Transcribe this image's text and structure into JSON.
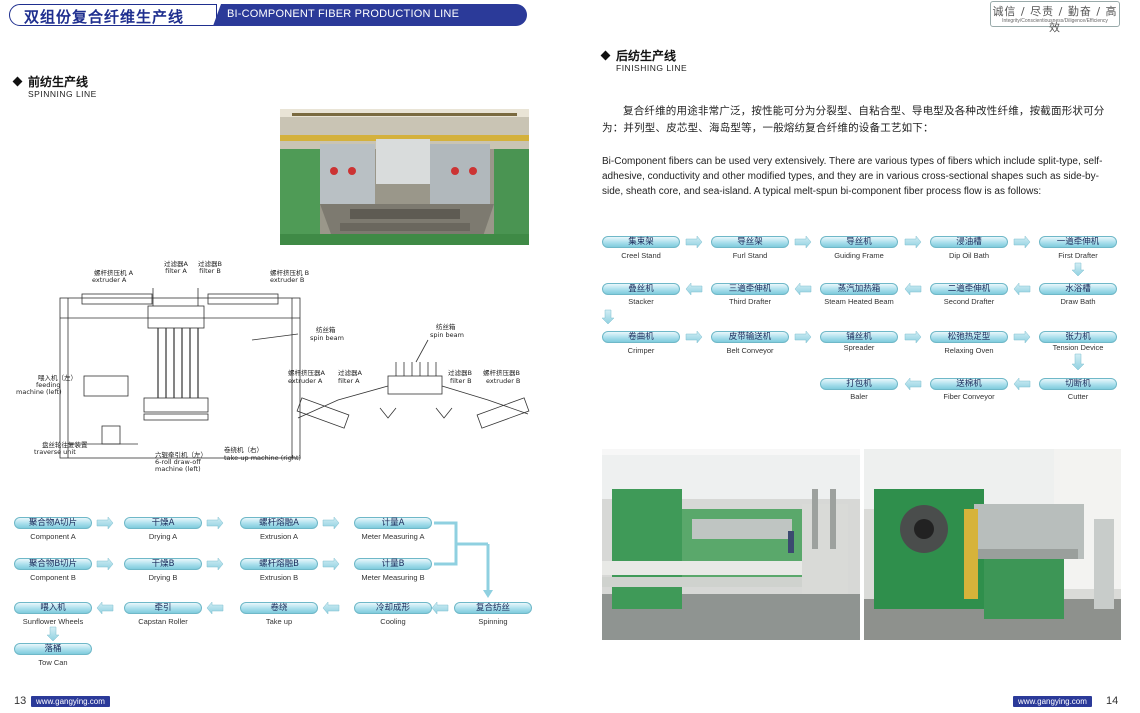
{
  "header": {
    "title_cn": "双组份复合纤维生产线",
    "title_en": "BI-COMPONENT FIBER PRODUCTION LINE",
    "motto_cn": "诚信 / 尽责 / 勤奋 / 高效",
    "motto_en": "Integrity/Conscientiousness/Diligence/Efficiency"
  },
  "spinning": {
    "title_cn": "前纺生产线",
    "title_en": "SPINNING  LINE"
  },
  "finishing": {
    "title_cn": "后纺生产线",
    "title_en": "FINISHING  LINE",
    "para_cn": "复合纤维的用途非常广泛，按性能可分为分裂型、自粘合型、导电型及各种改性纤维，按截面形状可分为：并列型、皮芯型、海岛型等，一般熔纺复合纤维的设备工艺如下：",
    "para_en": "Bi-Component fibers can be used very extensively. There are various types of fibers which include split-type, self-adhesive, conductivity and other modified types, and they are in various cross-sectional shapes such as side-by-side, sheath core, and sea-island. A typical melt-spun bi-component fiber process flow is as follows:"
  },
  "diagram_labels": {
    "extruder_a_cn": "螺杆挤压机 A",
    "extruder_a_en": "extruder  A",
    "filter_a_cn": "过滤器A",
    "filter_a_en": "filter A",
    "filter_b_cn": "过滤器B",
    "filter_b_en": "filter B",
    "extruder_b_cn": "螺杆挤压机 B",
    "extruder_b_en": "extruder  B",
    "spin_beam_cn": "纺丝箱",
    "spin_beam_en": "spin beam",
    "spin_beam2_cn": "纺丝箱",
    "spin_beam2_en": "spin beam",
    "feeding_cn": "喂入机（左）",
    "feeding_en1": "feeding",
    "feeding_en2": "machine (left)",
    "traverse_cn": "盘丝轮往复装置",
    "traverse_en": "traverse  unit",
    "drawoff_cn": "六辊牵引机（左）",
    "drawoff_en1": "6-roll draw-off",
    "drawoff_en2": "machine (left)",
    "takeup_cn": "卷绕机（右）",
    "takeup_en": "take-up machine (right)",
    "ext_a2_cn": "螺杆挤压器A",
    "ext_a2_en": "extruder A",
    "flt_a2_cn": "过滤器A",
    "flt_a2_en": "filter A",
    "flt_b2_cn": "过滤器B",
    "flt_b2_en": "filter B",
    "ext_b2_cn": "螺杆挤压器B",
    "ext_b2_en": "extruder B"
  },
  "spin_flow": {
    "row1": [
      {
        "cn": "聚合物A切片",
        "en": "Component A"
      },
      {
        "cn": "干燥A",
        "en": "Drying A"
      },
      {
        "cn": "螺杆熔融A",
        "en": "Extrusion A"
      },
      {
        "cn": "计量A",
        "en": "Meter Measuring A"
      }
    ],
    "row2": [
      {
        "cn": "聚合物B切片",
        "en": "Component B"
      },
      {
        "cn": "干燥B",
        "en": "Drying B"
      },
      {
        "cn": "螺杆熔融B",
        "en": "Extrusion B"
      },
      {
        "cn": "计量B",
        "en": "Meter Measuring B"
      }
    ],
    "row3": [
      {
        "cn": "喂入机",
        "en": "Sunflower Wheels"
      },
      {
        "cn": "牵引",
        "en": "Capstan Roller"
      },
      {
        "cn": "卷绕",
        "en": "Take up"
      },
      {
        "cn": "冷却成形",
        "en": "Cooling"
      },
      {
        "cn": "复合纺丝",
        "en": "Spinning"
      }
    ],
    "row4": [
      {
        "cn": "落桶",
        "en": "Tow Can"
      }
    ]
  },
  "finish_flow": {
    "row1": [
      {
        "cn": "集束架",
        "en": "Creel Stand"
      },
      {
        "cn": "导丝架",
        "en": "Furl Stand"
      },
      {
        "cn": "导丝机",
        "en": "Guiding Frame"
      },
      {
        "cn": "浸油槽",
        "en": "Dip Oil Bath"
      },
      {
        "cn": "一道牵伸机",
        "en": "First Drafter"
      }
    ],
    "row2": [
      {
        "cn": "叠丝机",
        "en": "Stacker"
      },
      {
        "cn": "三道牵伸机",
        "en": "Third Drafter"
      },
      {
        "cn": "蒸汽加热箱",
        "en": "Steam Heated Beam"
      },
      {
        "cn": "二道牵伸机",
        "en": "Second Drafter"
      },
      {
        "cn": "水浴槽",
        "en": "Draw Bath"
      }
    ],
    "row3": [
      {
        "cn": "卷曲机",
        "en": "Crimper"
      },
      {
        "cn": "皮带输送机",
        "en": "Belt Conveyor"
      },
      {
        "cn": "铺丝机",
        "en": "Spreader"
      },
      {
        "cn": "松弛热定型",
        "en": "Relaxing Oven"
      },
      {
        "cn": "张力机",
        "en": "Tension Device"
      }
    ],
    "row4": [
      {
        "cn": "打包机",
        "en": "Baler"
      },
      {
        "cn": "送棉机",
        "en": "Fiber Conveyor"
      },
      {
        "cn": "切断机",
        "en": "Cutter"
      }
    ]
  },
  "footer": {
    "page_left": "13",
    "page_right": "14",
    "url": "www.gangying.com"
  }
}
